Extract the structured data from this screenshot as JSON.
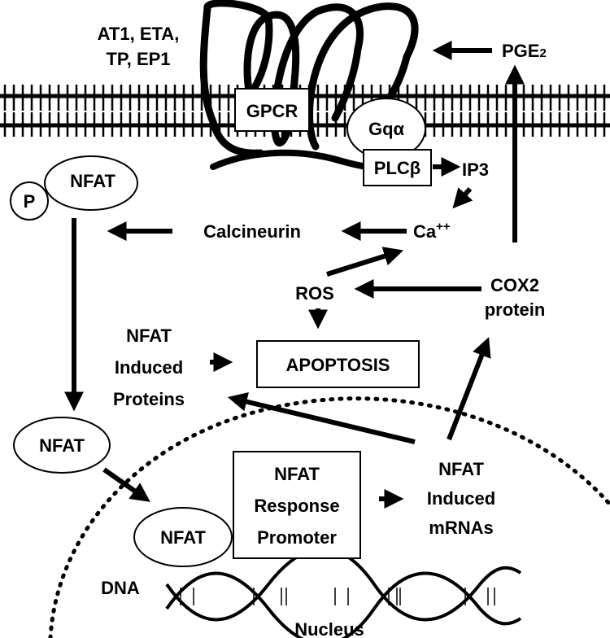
{
  "receptor_list": [
    "AT1, ETA,",
    "TP, EP1"
  ],
  "pge2": {
    "base": "PGE",
    "sub": "2"
  },
  "gpcr": "GPCR",
  "gq": {
    "base": "Gq",
    "greek": "α"
  },
  "plc": {
    "base": "PLC",
    "greek": "β"
  },
  "ip3": "IP3",
  "phospho": "P",
  "nfat": "NFAT",
  "calcineurin": "Calcineurin",
  "ca": {
    "base": "Ca",
    "sup": "++"
  },
  "ros": "ROS",
  "cox2": [
    "COX2",
    "protein"
  ],
  "induced_proteins": [
    "NFAT",
    "Induced",
    "Proteins"
  ],
  "apoptosis": "APOPTOSIS",
  "nfat_cytosol": "NFAT",
  "response_promoter": [
    "NFAT",
    "Response",
    "Promoter"
  ],
  "nfat_dna": "NFAT",
  "induced_mrnas": [
    "NFAT",
    "Induced",
    "mRNAs"
  ],
  "dna": "DNA",
  "nucleus": "Nucleus"
}
